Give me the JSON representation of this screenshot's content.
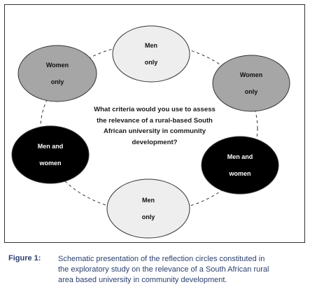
{
  "diagram": {
    "question_lines": [
      "What criteria would you use to assess",
      "the relevance of a rural-based South",
      "African university in community",
      "development?"
    ],
    "circles": [
      {
        "id": "top",
        "lines": [
          "Men",
          "only"
        ],
        "fill": "#eeeeee",
        "text_color": "#111111"
      },
      {
        "id": "upper-right",
        "lines": [
          "Women",
          "only"
        ],
        "fill": "#a6a6a6",
        "text_color": "#111111"
      },
      {
        "id": "lower-right",
        "lines": [
          "Men and",
          "women"
        ],
        "fill": "#000000",
        "text_color": "#ffffff"
      },
      {
        "id": "bottom",
        "lines": [
          "Men",
          "only"
        ],
        "fill": "#eeeeee",
        "text_color": "#111111"
      },
      {
        "id": "lower-left",
        "lines": [
          "Men and",
          "women"
        ],
        "fill": "#000000",
        "text_color": "#ffffff"
      },
      {
        "id": "upper-left",
        "lines": [
          "Women",
          "only"
        ],
        "fill": "#a6a6a6",
        "text_color": "#111111"
      }
    ],
    "stroke_color": "#333333"
  },
  "caption": {
    "label": "Figure 1:",
    "lines": [
      "Schematic presentation of the reflection circles constituted in",
      "the exploratory study on the relevance of a South African rural",
      "area based university in community development."
    ],
    "color": "#2b3f6e"
  }
}
